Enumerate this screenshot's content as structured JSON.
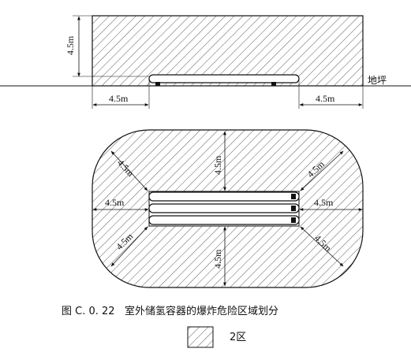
{
  "side_view": {
    "height_label": "4.5m",
    "left_offset_label": "4.5m",
    "right_offset_label": "4.5m",
    "ground_label": "地坪"
  },
  "plan_view": {
    "top_label": "4.5m",
    "bottom_label": "4.5m",
    "left_label": "4.5m",
    "right_label": "4.5m",
    "upper_left_diag_label": "4.5m",
    "upper_right_diag_label": "4.5m",
    "lower_left_diag_label": "4.5m",
    "lower_right_diag_label": "4.5m"
  },
  "caption": "图 C. 0. 22   室外储氢容器的爆炸危险区域划分",
  "legend": {
    "label": "2区"
  },
  "colors": {
    "line": "#111111",
    "hatch": "#333333",
    "background": "#ffffff"
  }
}
